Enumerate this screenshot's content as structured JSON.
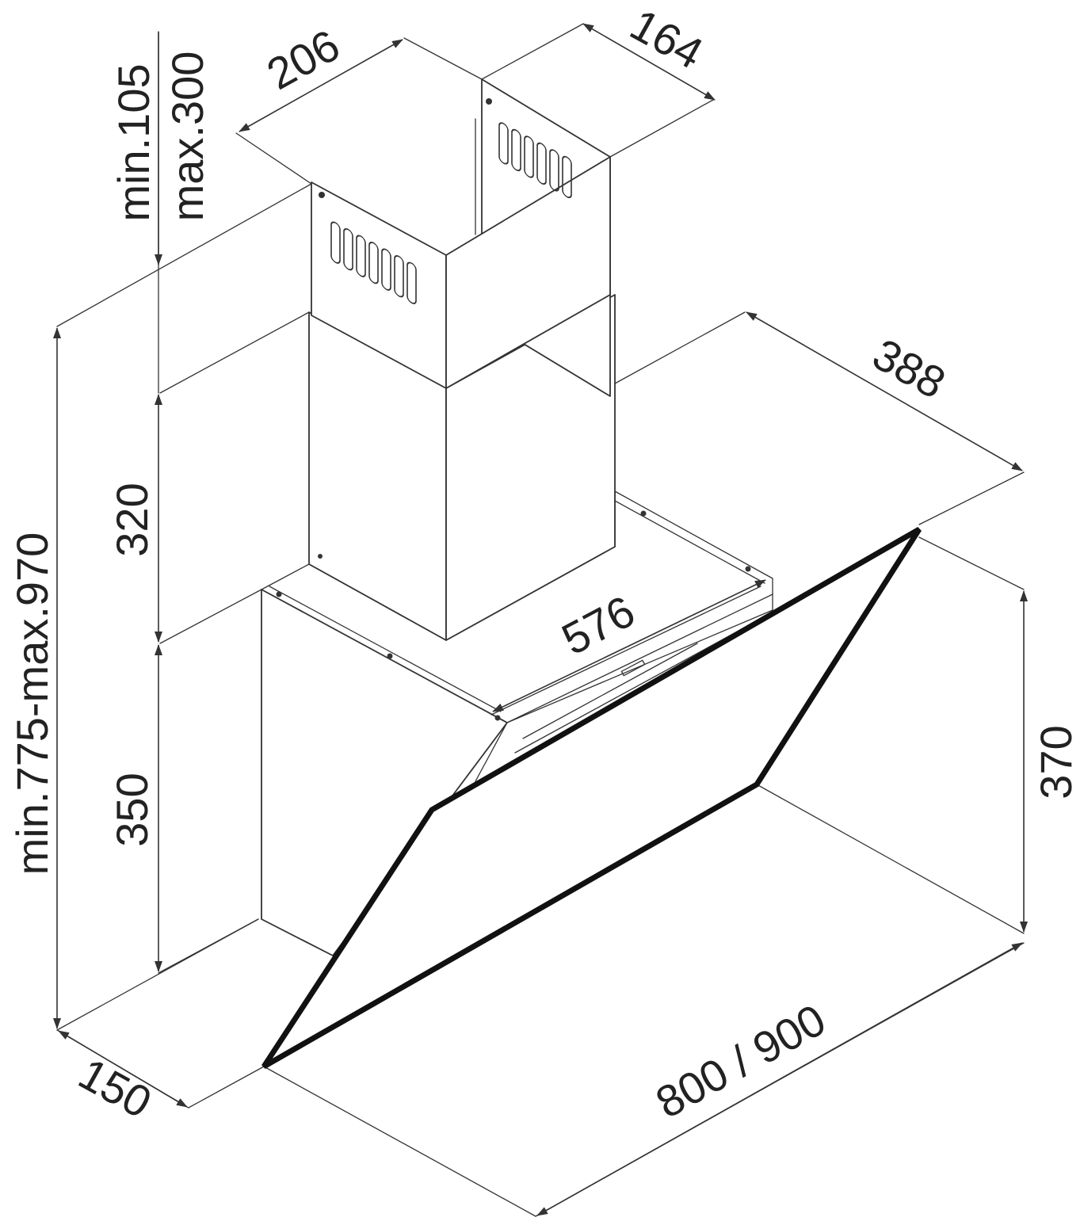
{
  "diagram": {
    "labels": {
      "chimney_upper_depth": "206",
      "chimney_upper_width": "164",
      "chimney_min": "min.105",
      "chimney_max": "max.300",
      "depth_top": "388",
      "lower_chimney_height": "320",
      "total_height": "min.775-max.970",
      "mid_width": "576",
      "body_height": "350",
      "glass_height": "370",
      "base_depth": "150",
      "hood_width": "800 / 900"
    }
  }
}
